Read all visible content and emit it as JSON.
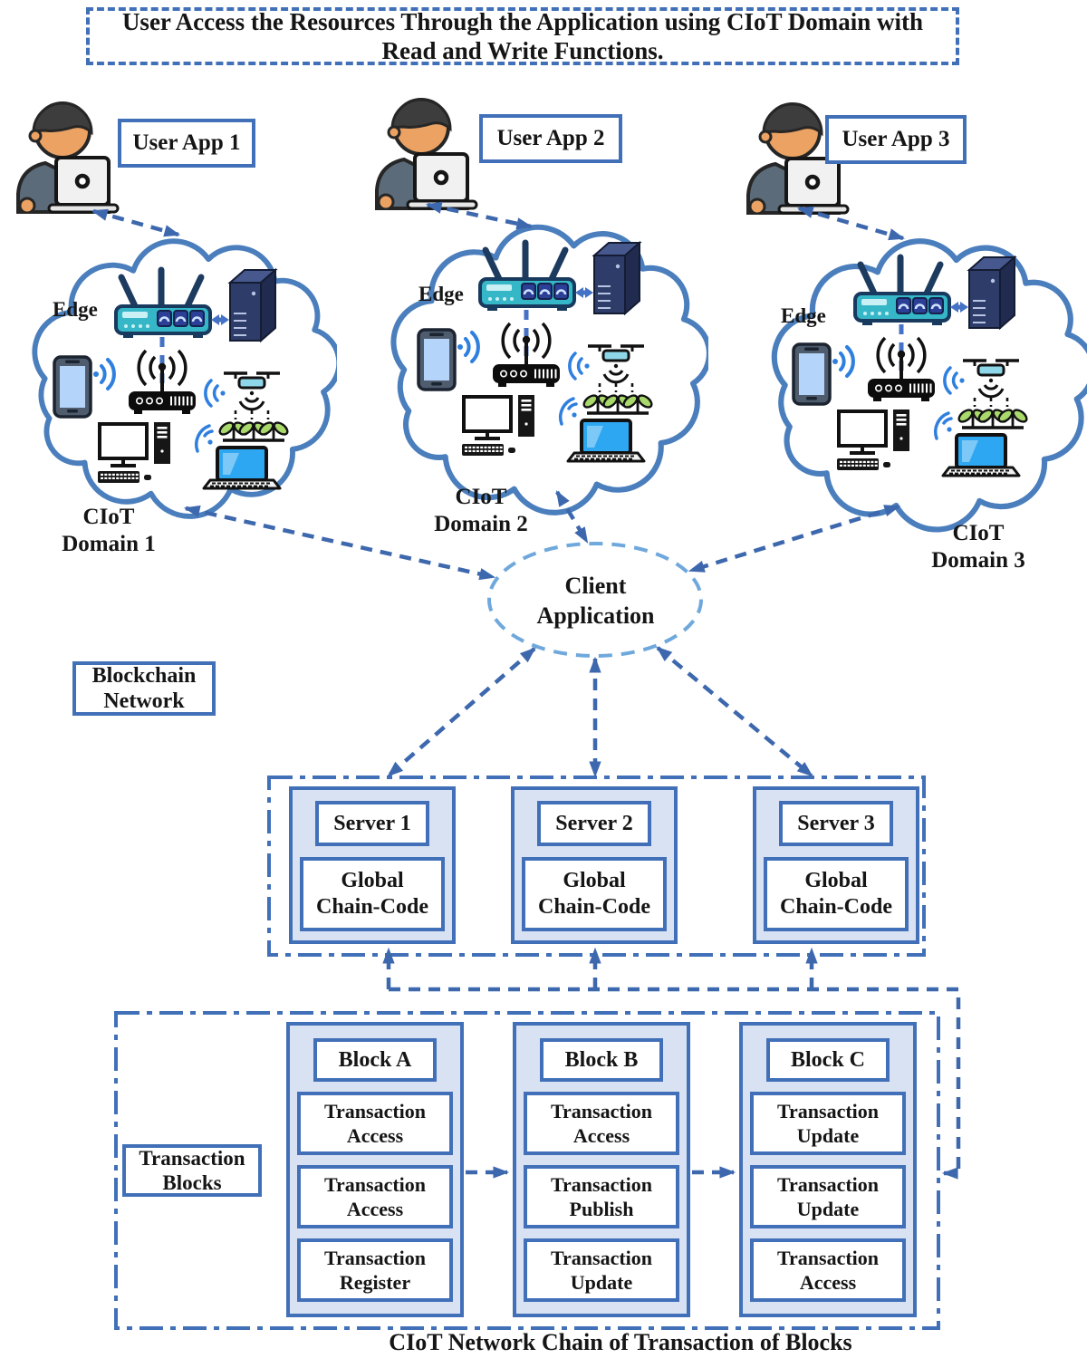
{
  "title": "User Access the Resources Through the Application using CIoT Domain with Read and Write Functions.",
  "user_apps": [
    {
      "label": "User App 1"
    },
    {
      "label": "User App 2"
    },
    {
      "label": "User App 3"
    }
  ],
  "domains": [
    {
      "edge_label": "Edge",
      "name_line1": "CIoT",
      "name_line2": "Domain 1"
    },
    {
      "edge_label": "Edge",
      "name_line1": "CIoT",
      "name_line2": "Domain 2"
    },
    {
      "edge_label": "Edge",
      "name_line1": "CIoT",
      "name_line2": "Domain 3"
    }
  ],
  "client_application": {
    "line1": "Client",
    "line2": "Application"
  },
  "blockchain_network": {
    "line1": "Blockchain",
    "line2": "Network"
  },
  "servers": [
    {
      "name": "Server 1",
      "chaincode_line1": "Global",
      "chaincode_line2": "Chain-Code"
    },
    {
      "name": "Server 2",
      "chaincode_line1": "Global",
      "chaincode_line2": "Chain-Code"
    },
    {
      "name": "Server 3",
      "chaincode_line1": "Global",
      "chaincode_line2": "Chain-Code"
    }
  ],
  "transaction_blocks_label": {
    "line1": "Transaction",
    "line2": "Blocks"
  },
  "blocks": [
    {
      "name": "Block A",
      "transactions": [
        {
          "line1": "Transaction",
          "line2": "Access"
        },
        {
          "line1": "Transaction",
          "line2": "Access"
        },
        {
          "line1": "Transaction",
          "line2": "Register"
        }
      ]
    },
    {
      "name": "Block B",
      "transactions": [
        {
          "line1": "Transaction",
          "line2": "Access"
        },
        {
          "line1": "Transaction",
          "line2": "Publish"
        },
        {
          "line1": "Transaction",
          "line2": "Update"
        }
      ]
    },
    {
      "name": "Block C",
      "transactions": [
        {
          "line1": "Transaction",
          "line2": "Update"
        },
        {
          "line1": "Transaction",
          "line2": "Update"
        },
        {
          "line1": "Transaction",
          "line2": "Access"
        }
      ]
    }
  ],
  "caption": "CIoT Network Chain of Transaction of Blocks",
  "colors": {
    "border_blue": "#4170b8",
    "arrow_blue": "#3e68ae",
    "light_dash_blue": "#6fa8dc",
    "cloud_stroke": "#4a7ebc",
    "panel_fill": "#d9e2f3"
  }
}
